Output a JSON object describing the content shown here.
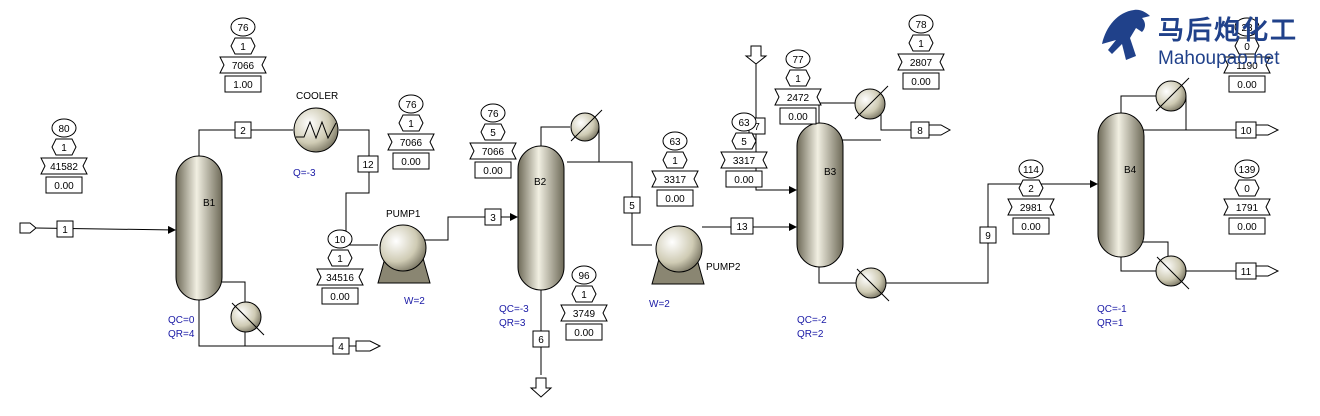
{
  "blocks": {
    "b1": "B1",
    "b2": "B2",
    "b3": "B3",
    "b4": "B4",
    "cooler": "COOLER",
    "pump1": "PUMP1",
    "pump2": "PUMP2"
  },
  "duties": {
    "b1_qc": "QC=0",
    "b1_qr": "QR=4",
    "cooler_q": "Q=-3",
    "pump1_w": "W=2",
    "b2_qc": "QC=-3",
    "b2_qr": "QR=3",
    "pump2_w": "W=2",
    "b3_qc": "QC=-2",
    "b3_qr": "QR=2",
    "b4_qc": "QC=-1",
    "b4_qr": "QR=1"
  },
  "streams": {
    "s1": "1",
    "s2": "2",
    "s3": "3",
    "s4": "4",
    "s5": "5",
    "s6": "6",
    "s7": "7",
    "s8": "8",
    "s9": "9",
    "s10": "10",
    "s11": "11",
    "s12": "12",
    "s13": "13"
  },
  "tables": {
    "t1": {
      "temp": "80",
      "pres": "1",
      "flow": "41582",
      "vf": "0.00"
    },
    "t2": {
      "temp": "76",
      "pres": "1",
      "flow": "7066",
      "vf": "1.00"
    },
    "t12": {
      "temp": "76",
      "pres": "1",
      "flow": "7066",
      "vf": "0.00"
    },
    "t10": {
      "temp": "10",
      "pres": "1",
      "flow": "34516",
      "vf": "0.00"
    },
    "t3": {
      "temp": "76",
      "pres": "5",
      "flow": "7066",
      "vf": "0.00"
    },
    "t6": {
      "temp": "96",
      "pres": "1",
      "flow": "3749",
      "vf": "0.00"
    },
    "t5": {
      "temp": "63",
      "pres": "1",
      "flow": "3317",
      "vf": "0.00"
    },
    "t13": {
      "temp": "63",
      "pres": "5",
      "flow": "3317",
      "vf": "0.00"
    },
    "t7": {
      "temp": "77",
      "pres": "1",
      "flow": "2472",
      "vf": "0.00"
    },
    "t8": {
      "temp": "78",
      "pres": "1",
      "flow": "2807",
      "vf": "0.00"
    },
    "t9": {
      "temp": "114",
      "pres": "2",
      "flow": "2981",
      "vf": "0.00"
    },
    "t10b": {
      "temp": "23",
      "pres": "0",
      "flow": "1190",
      "vf": "0.00"
    },
    "t11": {
      "temp": "139",
      "pres": "0",
      "flow": "1791",
      "vf": "0.00"
    }
  },
  "logo": {
    "chinese": "马后炮化工",
    "site": "Mahoupao.net"
  },
  "colors": {
    "line": "#000000",
    "duty_text": "#1a1aa6",
    "logo": "#20418a"
  }
}
